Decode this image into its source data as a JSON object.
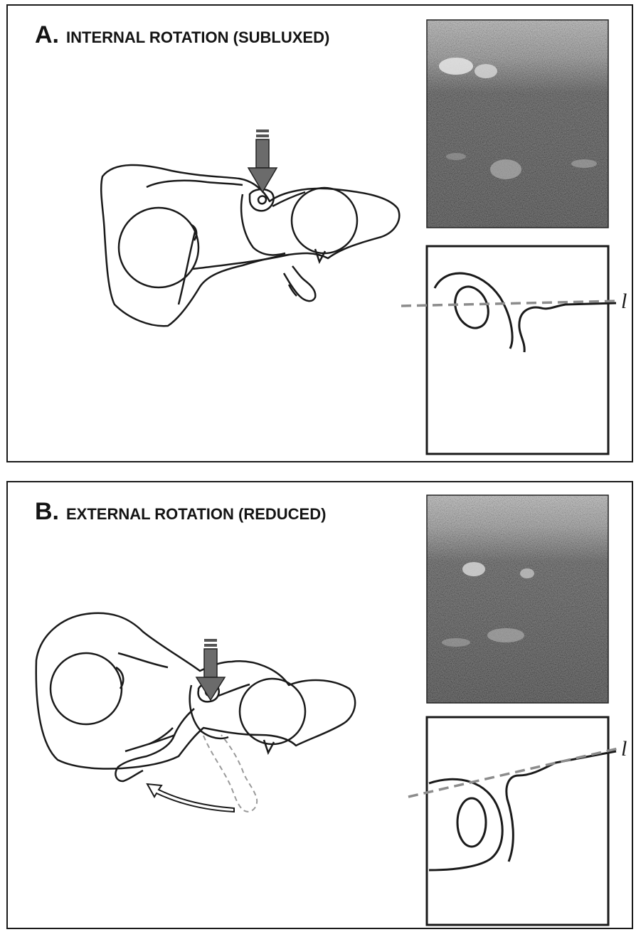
{
  "panel_a": {
    "letter": "A.",
    "title": "INTERNAL ROTATION (SUBLUXED)",
    "line_label": "l"
  },
  "panel_b": {
    "letter": "B.",
    "title": "EXTERNAL ROTATION (REDUCED)",
    "line_label": "l"
  },
  "colors": {
    "outline": "#1a1a1a",
    "arrow": "#6b6b6b",
    "dashed_line": "#8c8c8c",
    "ultrasound_bg": "#262626"
  },
  "icons": {
    "probe_arrow": "down-arrow-icon",
    "rotation_arrow": "curved-arrow-icon"
  }
}
